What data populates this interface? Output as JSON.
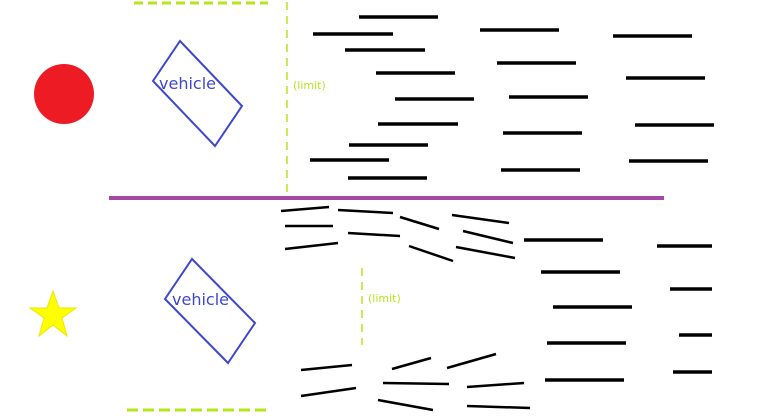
{
  "labels": {
    "vehicle_top": "vehicle",
    "limit_top": "(limit)",
    "vehicle_bottom": "vehicle",
    "limit_bottom": "(limit)"
  },
  "colors": {
    "circle": "#ed1c24",
    "star": "#ffff00",
    "vehicle_outline": "#3f48cc",
    "vehicle_text": "#3f48cc",
    "limit_line": "#b5e61d",
    "limit_text": "#b5e61d",
    "divider": "#a349a4",
    "dash": "#000000"
  },
  "icons": {
    "top_marker": "red-circle",
    "bottom_marker": "yellow-star"
  }
}
